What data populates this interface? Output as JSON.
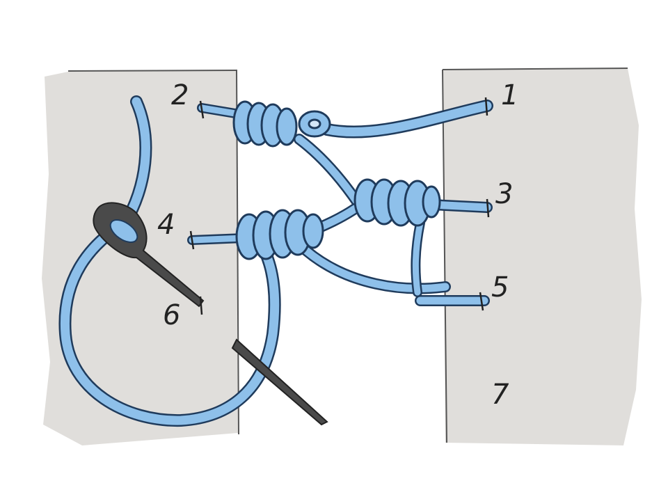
{
  "labels": {
    "n1": "1",
    "n2": "2",
    "n3": "3",
    "n4": "4",
    "n5": "5",
    "n6": "6",
    "n7": "7"
  },
  "colors": {
    "fabric": "#e0dedb",
    "fabric_edge": "#555555",
    "thread": "#8ec0ea",
    "thread_outline": "#1f3b5c",
    "needle": "#4a4a4a",
    "ink": "#222222"
  },
  "icons": {
    "needle": "needle-icon"
  }
}
